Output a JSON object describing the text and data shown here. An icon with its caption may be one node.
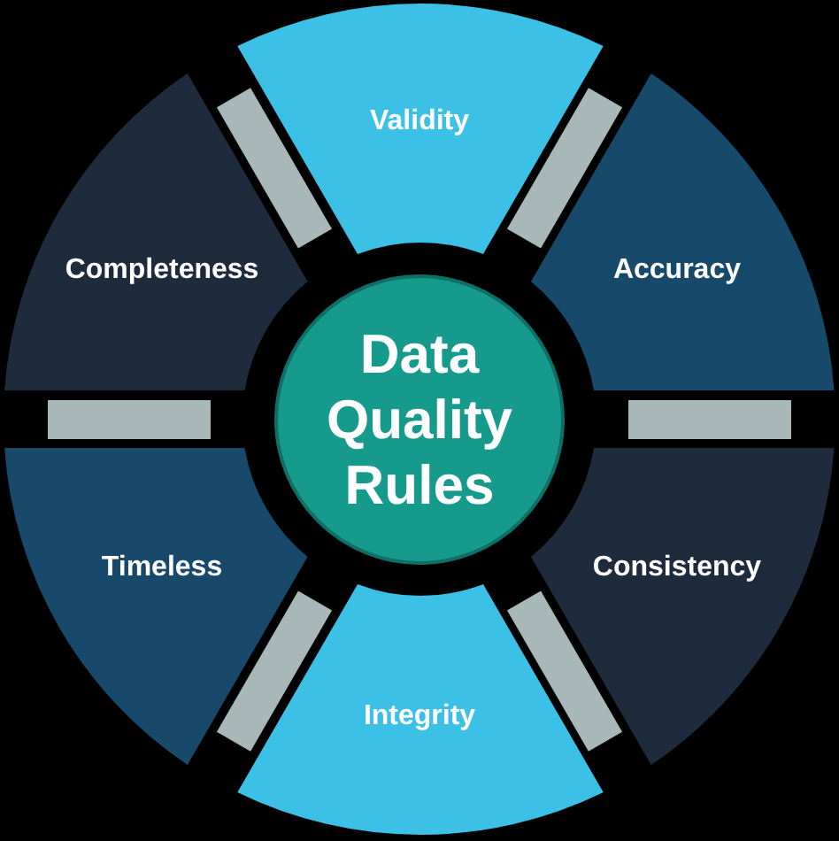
{
  "diagram": {
    "nodes": [
      {
        "text": [
          "Data Quality Rules"
        ]
      },
      {
        "text": [
          "Validity"
        ]
      },
      {
        "text": [
          "Accuracy"
        ]
      },
      {
        "text": [
          "Consistency"
        ]
      },
      {
        "text": [
          "Integrity"
        ]
      },
      {
        "text": [
          "Timeless"
        ]
      },
      {
        "text": [
          "Completeness"
        ]
      }
    ]
  }
}
